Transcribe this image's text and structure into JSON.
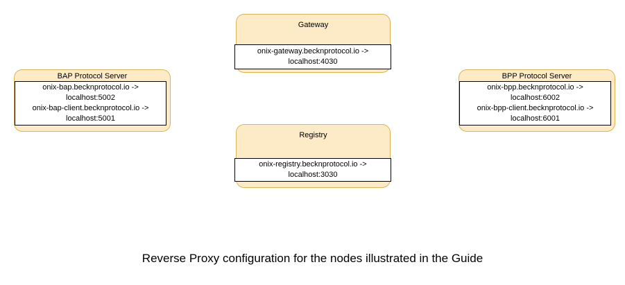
{
  "diagram": {
    "caption": "Reverse Proxy configuration for the nodes illustrated in the Guide",
    "theme": {
      "node_fill": "#fdebc8",
      "node_stroke": "#d6b656",
      "panel_fill": "#ffffff",
      "panel_stroke": "#000000",
      "text_color": "#000000",
      "background": "#ffffff"
    },
    "nodes": [
      {
        "id": "gateway",
        "title": "Gateway",
        "config_lines": [
          "onix-gateway.becknprotocol.io ->",
          "localhost:4030"
        ]
      },
      {
        "id": "bap",
        "title": "BAP Protocol Server",
        "config_lines": [
          "onix-bap.becknprotocol.io ->",
          "localhost:5002",
          "onix-bap-client.becknprotocol.io ->",
          "localhost:5001"
        ]
      },
      {
        "id": "bpp",
        "title": "BPP Protocol Server",
        "config_lines": [
          "onix-bpp.becknprotocol.io ->",
          "localhost:6002",
          "onix-bpp-client.becknprotocol.io ->",
          "localhost:6001"
        ]
      },
      {
        "id": "registry",
        "title": "Registry",
        "config_lines": [
          "onix-registry.becknprotocol.io ->",
          "localhost:3030"
        ]
      }
    ]
  }
}
